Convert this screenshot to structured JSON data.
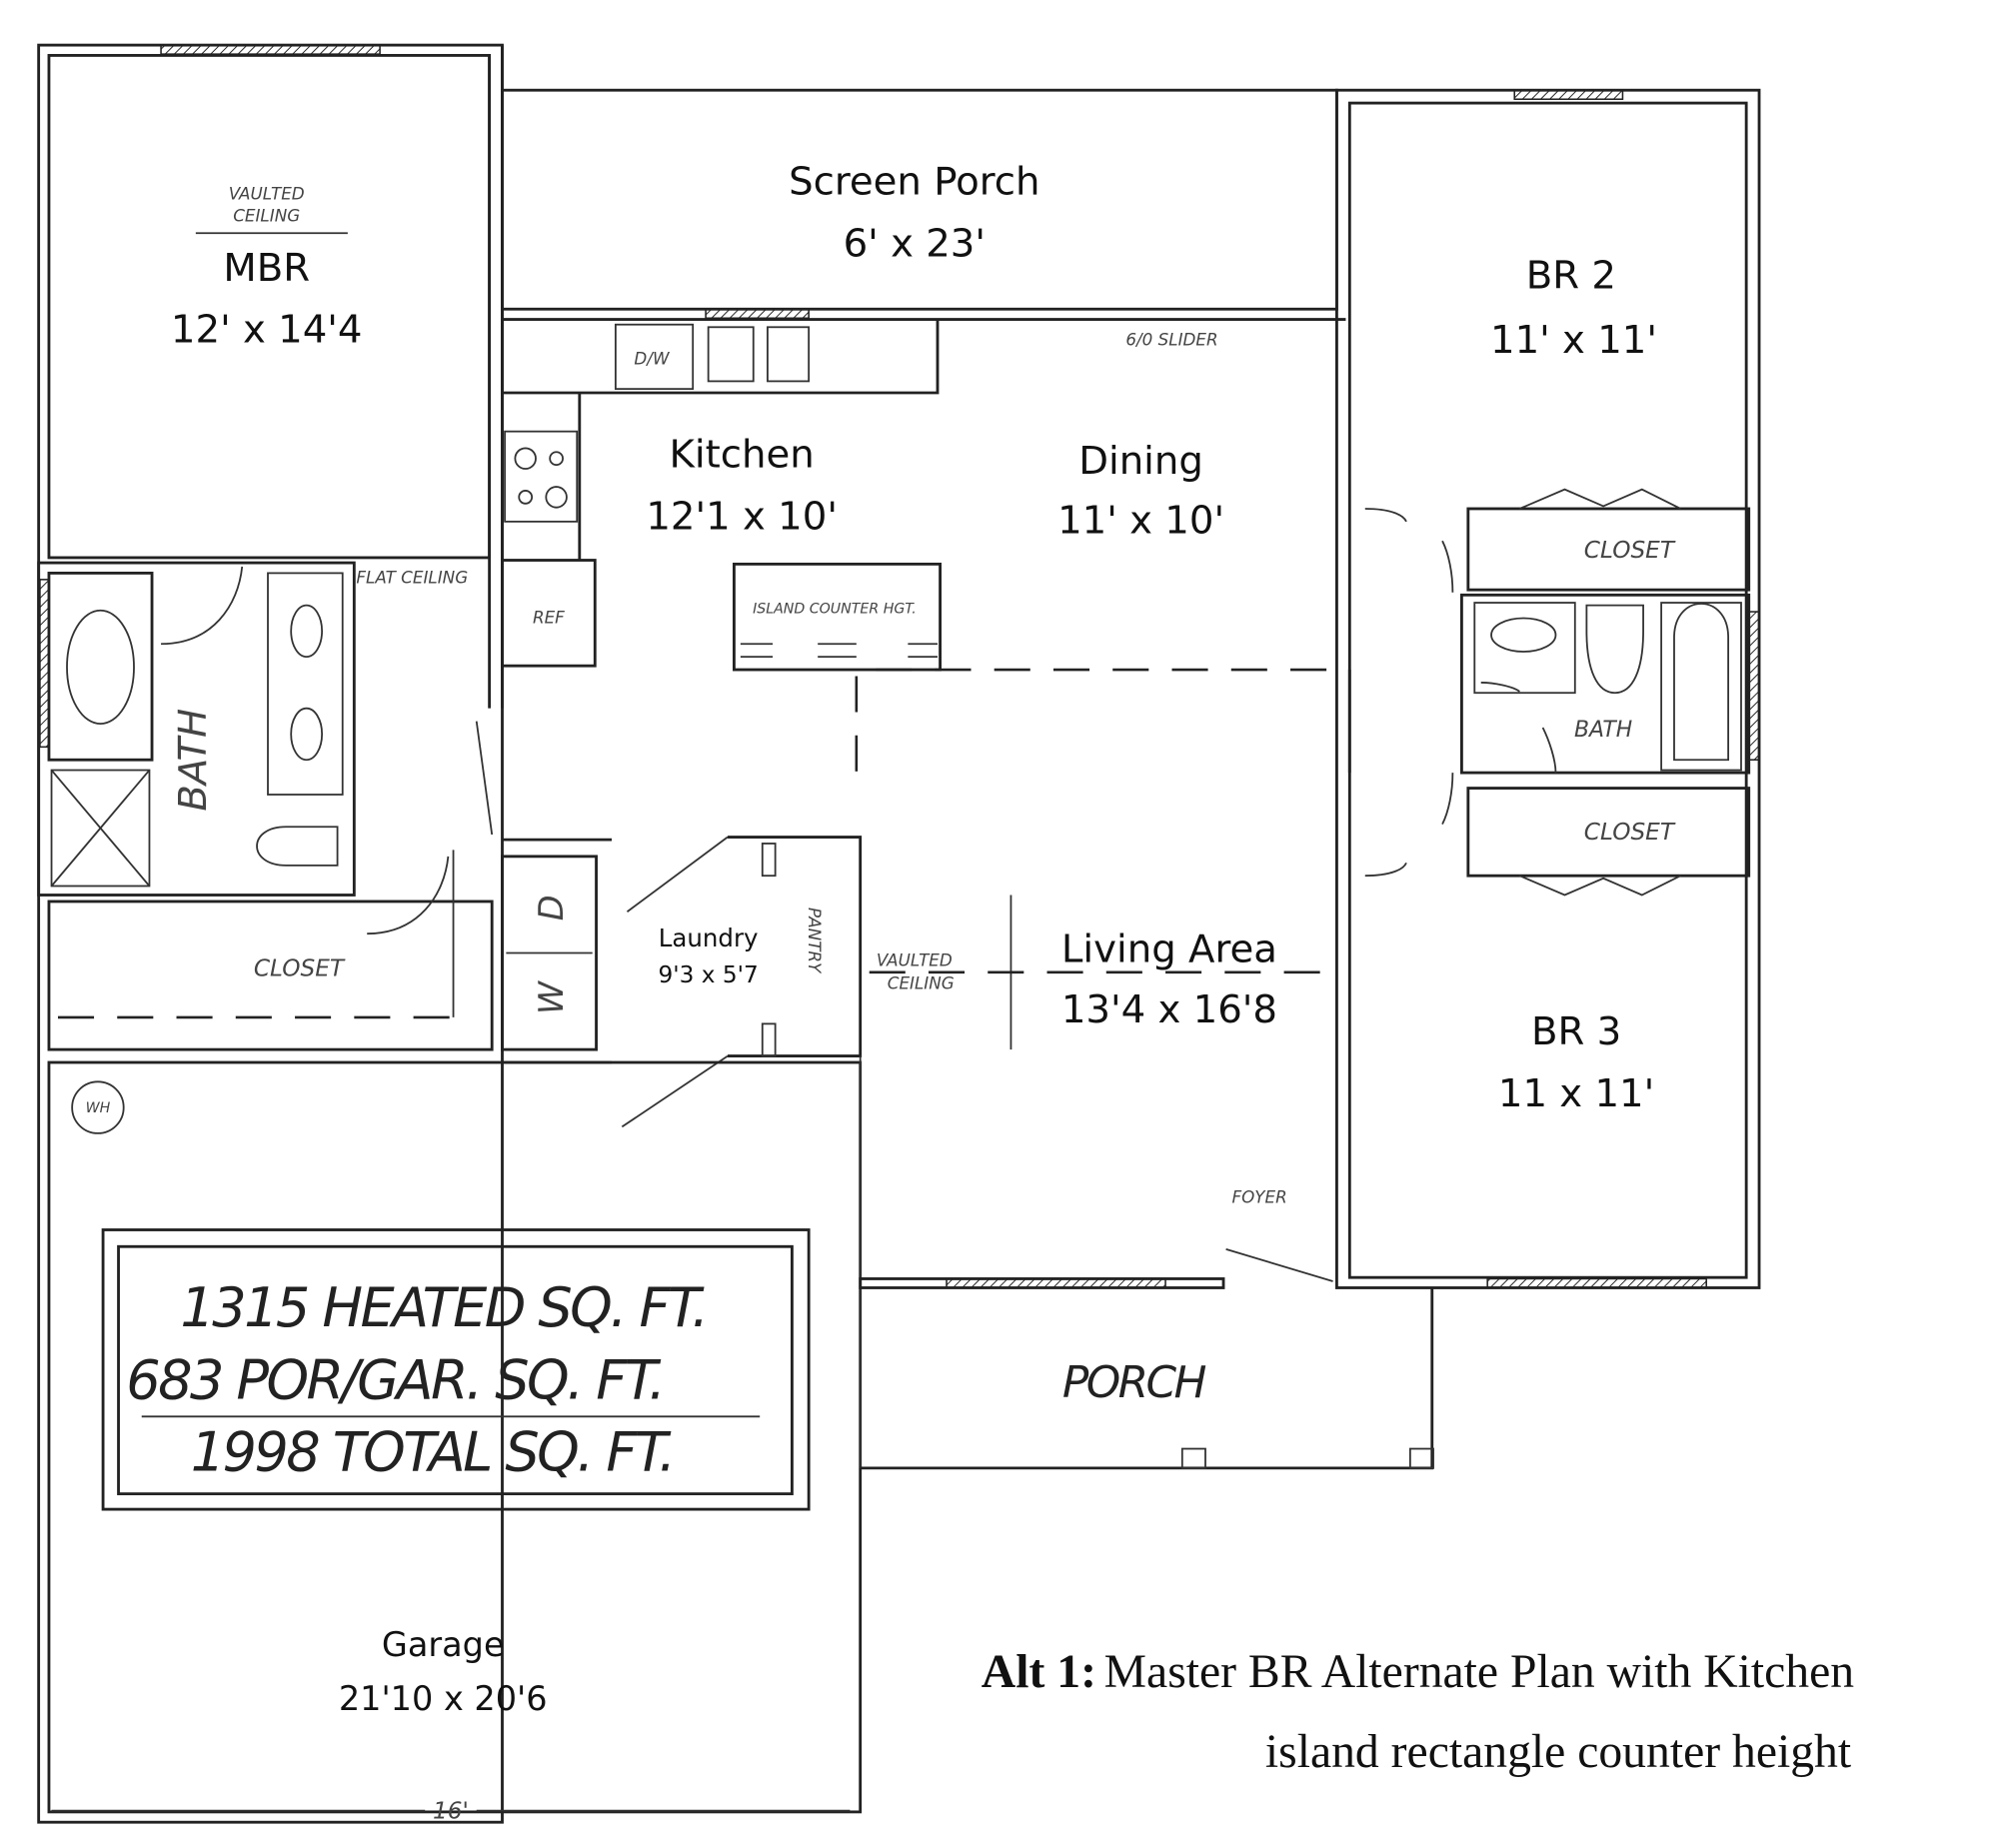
{
  "rooms": {
    "mbr": {
      "name": "MBR",
      "size": "12' x 14'4",
      "note": [
        "VAULTED",
        "CEILING"
      ]
    },
    "screen_porch": {
      "name": "Screen Porch",
      "size": "6' x 23'"
    },
    "br2": {
      "name": "BR 2",
      "size": "11' x 11'"
    },
    "kitchen": {
      "name": "Kitchen",
      "size": "12'1 x 10'"
    },
    "dining": {
      "name": "Dining",
      "size": "11' x 10'"
    },
    "living": {
      "name": "Living Area",
      "size": "13'4 x 16'8",
      "note": [
        "VAULTED",
        "CEILING"
      ]
    },
    "br3": {
      "name": "BR 3",
      "size": "11 x 11'"
    },
    "laundry": {
      "name": "Laundry",
      "size": "9'3 x 5'7"
    },
    "garage": {
      "name": "Garage",
      "size": "21'10 x 20'6",
      "door_width": "16'"
    },
    "porch": {
      "name": "PORCH"
    }
  },
  "labels": {
    "flat_ceiling": "FLAT CEILING",
    "dw": "D/W",
    "ref": "REF",
    "island": "ISLAND COUNTER HGT.",
    "slider": "6/0 SLIDER",
    "closet": "CLOSET",
    "bath": "BATH",
    "dryer": "D",
    "washer": "W",
    "pantry": "PANTRY",
    "foyer": "FOYER",
    "water_heater": "WH"
  },
  "area_summary": {
    "heated": "1315 HEATED SQ. FT.",
    "porch_garage": "683 POR/GAR. SQ. FT.",
    "total": "1998 TOTAL SQ. FT."
  },
  "caption": {
    "bold": "Alt 1:",
    "line1": "Master BR Alternate Plan with Kitchen",
    "line2": "island rectangle counter height"
  }
}
